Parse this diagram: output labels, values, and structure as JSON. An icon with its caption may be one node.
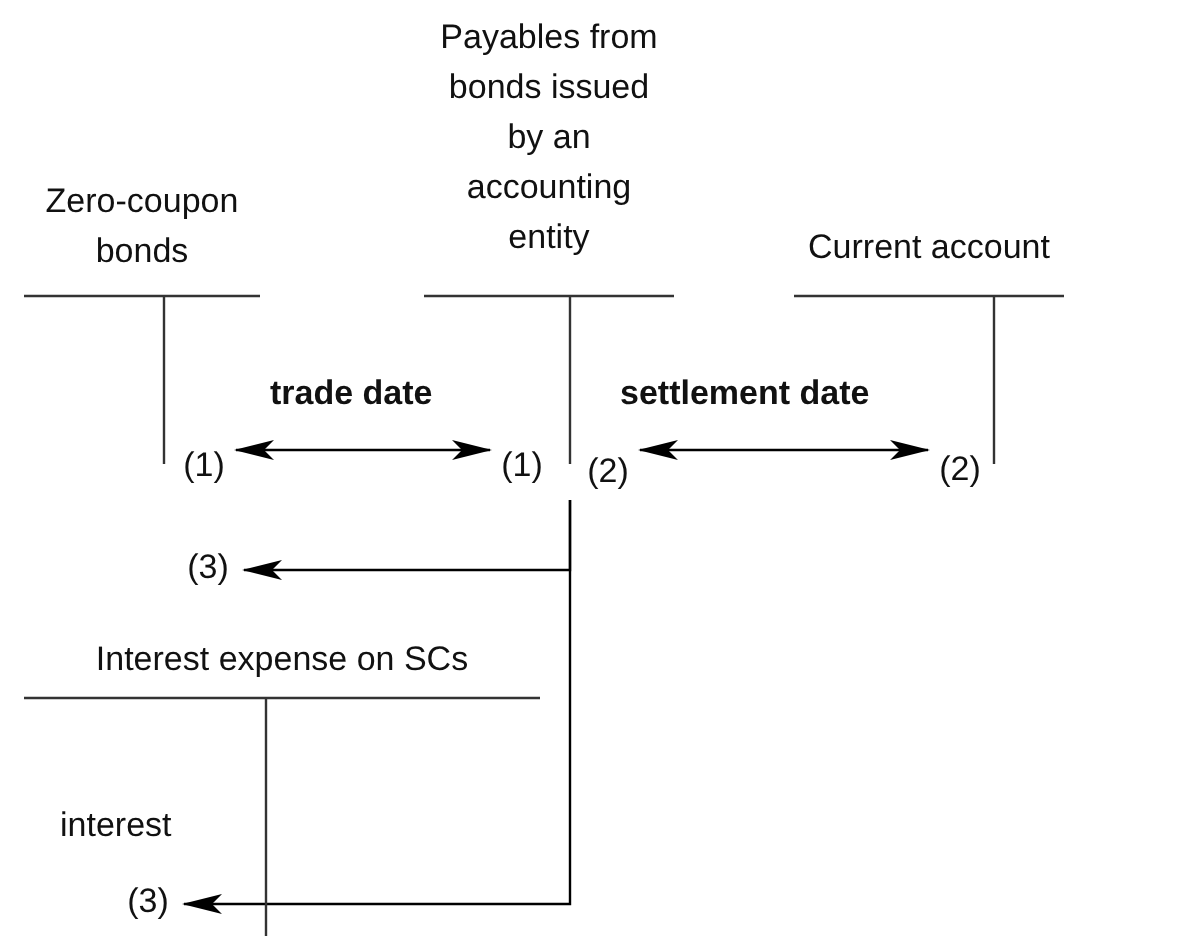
{
  "diagram": {
    "nodes": [
      {
        "text": [
          "Zero-coupon bonds"
        ]
      },
      {
        "text": [
          "Payables from bonds issued by an accounting entity"
        ]
      },
      {
        "text": [
          "Current account"
        ]
      },
      {
        "text": [
          "Interest expense on SCs"
        ]
      },
      {
        "text": [
          "(1)"
        ],
        "in": 0
      },
      {
        "text": [
          "(1)"
        ],
        "in": 1
      },
      {
        "text": [
          "(2)"
        ],
        "in": 1
      },
      {
        "text": [
          "(2)"
        ],
        "in": 2
      },
      {
        "text": [
          "(3)"
        ]
      },
      {
        "text": [
          "(3)"
        ],
        "in": 3
      }
    ],
    "edges": [
      {
        "from": 4,
        "to": 5,
        "arrow": "both",
        "label": "trade date"
      },
      {
        "from": 6,
        "to": 7,
        "arrow": "both",
        "label": "settlement date"
      },
      {
        "from": 1,
        "to": 8,
        "arrow": "to"
      },
      {
        "from": 1,
        "to": 9,
        "arrow": "to",
        "label": "interest"
      }
    ]
  }
}
